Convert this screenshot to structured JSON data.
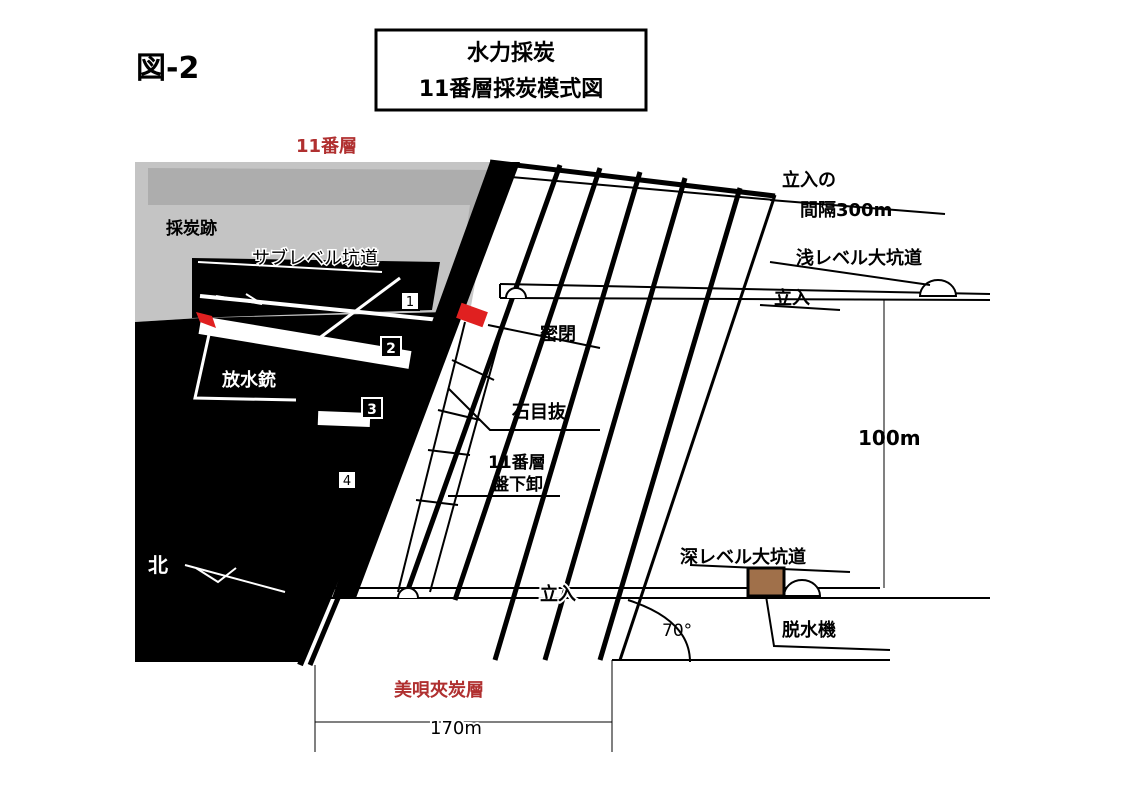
{
  "figure_label": "図-2",
  "title": {
    "line1": "水力採炭",
    "line2": "11番層採炭模式図"
  },
  "labels": {
    "seam_11": "11番層",
    "mined_area": "採炭跡",
    "sublevel_drift": "サブレベル坑道",
    "water_cannon": "放水銃",
    "seal": "密閉",
    "crosscut": "石目抜",
    "seam_11_below_1": "11番層",
    "seam_11_below_2": "盤下卸",
    "shaft_interval_1": "立入の",
    "shaft_interval_2": "間隔300m",
    "shallow_main_drift": "浅レベル大坑道",
    "upper_crosscut": "立入",
    "height_100": "100m",
    "deep_main_drift": "深レベル大坑道",
    "lower_crosscut": "立入",
    "dewatering_machine": "脱水機",
    "angle": "70°",
    "bibai_seam": "美唄夾炭層",
    "width_170": "170m",
    "north": "北"
  },
  "level_numbers": [
    "1",
    "2",
    "3",
    "4"
  ],
  "colors": {
    "mined": "#c4c4c4",
    "coal": "#000000",
    "red_label": "#b03030",
    "seal": "#e02020",
    "dewater_fill": "#a0704a"
  }
}
